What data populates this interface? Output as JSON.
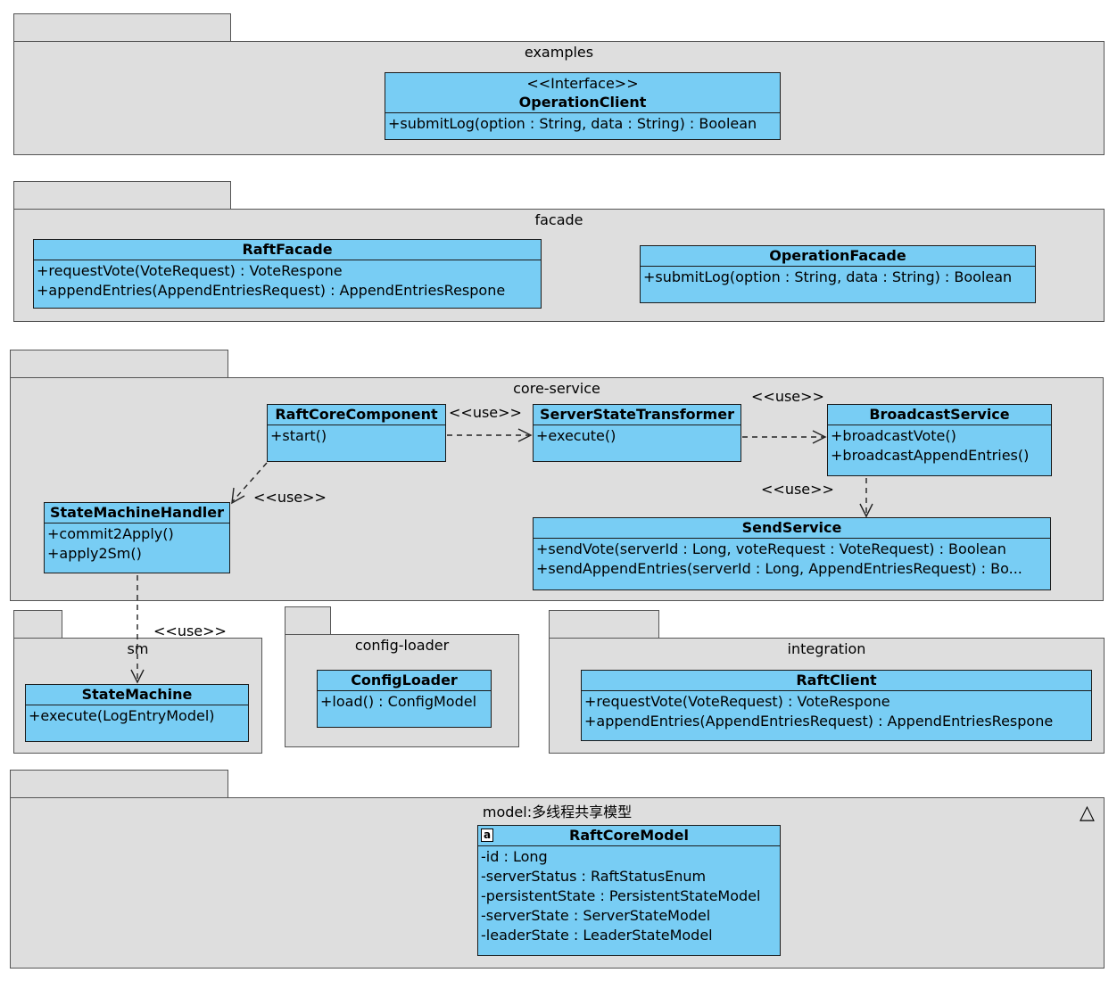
{
  "packages": {
    "examples": {
      "name": "examples"
    },
    "facade": {
      "name": "facade"
    },
    "core_service": {
      "name": "core-service"
    },
    "sm": {
      "name": "sm"
    },
    "config_loader": {
      "name": "config-loader"
    },
    "integration": {
      "name": "integration"
    },
    "model": {
      "name": "model:多线程共享模型"
    }
  },
  "classes": {
    "operation_client": {
      "stereotype": "<<Interface>>",
      "name": "OperationClient",
      "members": [
        "+submitLog(option : String, data : String) : Boolean"
      ]
    },
    "raft_facade": {
      "name": "RaftFacade",
      "members": [
        "+requestVote(VoteRequest) : VoteRespone",
        "+appendEntries(AppendEntriesRequest) : AppendEntriesRespone"
      ]
    },
    "operation_facade": {
      "name": "OperationFacade",
      "members": [
        "+submitLog(option : String, data : String) : Boolean"
      ]
    },
    "raft_core_component": {
      "name": "RaftCoreComponent",
      "members": [
        "+start()"
      ]
    },
    "server_state_transformer": {
      "name": "ServerStateTransformer",
      "members": [
        "+execute()"
      ]
    },
    "broadcast_service": {
      "name": "BroadcastService",
      "members": [
        "+broadcastVote()",
        "+broadcastAppendEntries()"
      ]
    },
    "state_machine_handler": {
      "name": "StateMachineHandler",
      "members": [
        "+commit2Apply()",
        "+apply2Sm()"
      ]
    },
    "send_service": {
      "name": "SendService",
      "members": [
        "+sendVote(serverId : Long, voteRequest : VoteRequest) : Boolean",
        "+sendAppendEntries(serverId : Long, AppendEntriesRequest) : Bo..."
      ]
    },
    "state_machine": {
      "name": "StateMachine",
      "members": [
        "+execute(LogEntryModel)"
      ]
    },
    "config_loader": {
      "name": "ConfigLoader",
      "members": [
        "+load() : ConfigModel"
      ]
    },
    "raft_client": {
      "name": "RaftClient",
      "members": [
        "+requestVote(VoteRequest) : VoteRespone",
        "+appendEntries(AppendEntriesRequest) : AppendEntriesRespone"
      ]
    },
    "raft_core_model": {
      "name": "RaftCoreModel",
      "abstract_icon": "a",
      "members": [
        "-id : Long",
        "-serverStatus : RaftStatusEnum",
        "-persistentState : PersistentStateModel",
        "-serverState : ServerStateModel",
        "-leaderState : LeaderStateModel"
      ]
    }
  },
  "dependencies": {
    "rcc_to_sst": "<<use>>",
    "sst_to_bs": "<<use>>",
    "bs_to_ss": "<<use>>",
    "rcc_to_smh": "<<use>>",
    "smh_to_sm": "<<use>>"
  },
  "icons": {
    "model_triangle": "△"
  },
  "colors": {
    "class_fill": "#78cdf4",
    "package_fill": "#dedede"
  }
}
